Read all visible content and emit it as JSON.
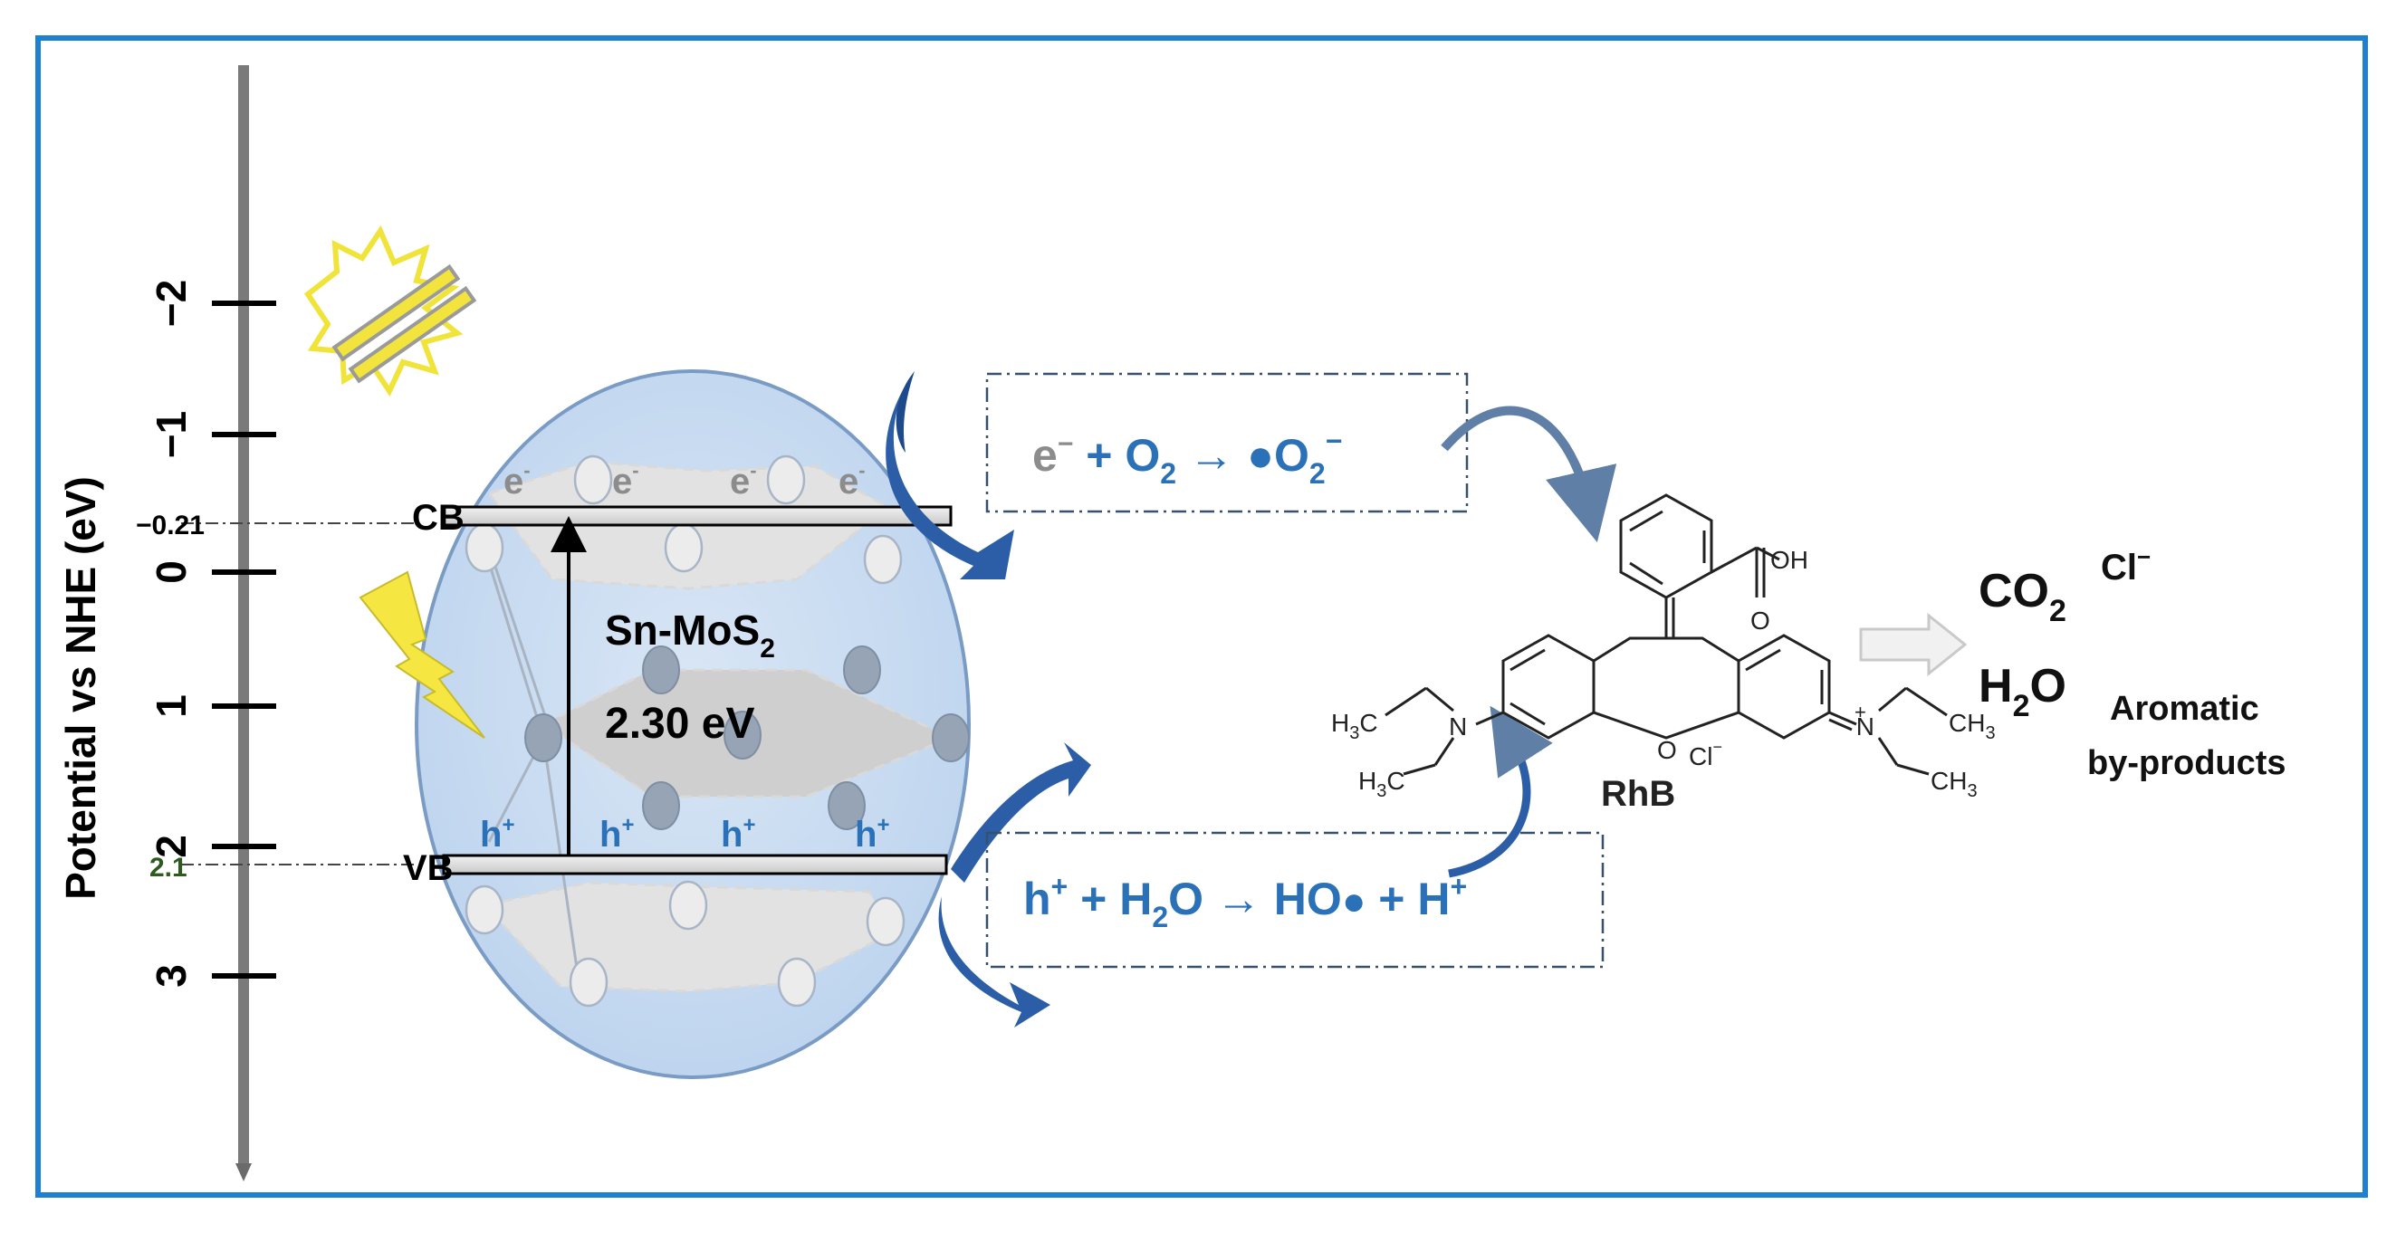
{
  "axis": {
    "label": "Potential vs NHE (eV)",
    "ticks": [
      "−2",
      "−1",
      "0",
      "1",
      "2",
      "3"
    ]
  },
  "levels": {
    "cb_label": "CB",
    "vb_label": "VB",
    "cb_value": "−0.21",
    "vb_value": "2.1"
  },
  "material": {
    "name_main": "Sn-MoS",
    "name_sub": "2",
    "band_gap": "2.30 eV"
  },
  "carriers": {
    "electrons": [
      "e",
      "e",
      "e",
      "e"
    ],
    "electron_sup": "-",
    "holes": [
      "h",
      "h",
      "h",
      "h"
    ],
    "hole_sup": "+"
  },
  "reactions": {
    "superoxide": {
      "e": "e",
      "e_sup": "−",
      "plus_o": " + O",
      "o_sub": "2",
      "arrow": " → ",
      "radical": "●O",
      "rad_sub": "2",
      "rad_sup": "−"
    },
    "hydroxyl": {
      "h": "h",
      "h_sup": "+",
      "plus_h": " + H",
      "h_sub": "2",
      "o_arrow": "O → HO",
      "dot": "●",
      "plus": " + H",
      "plus_sup": "+"
    }
  },
  "molecule": {
    "name": "RhB",
    "oh": "OH",
    "o_carbonyl": "O",
    "o_ring": "O",
    "n_left": "N",
    "n_right": "N",
    "n_plus": "+",
    "h3c_top": "H",
    "h3c_top_sub": "3",
    "h3c_top_c": "C",
    "h3c_bot": "H",
    "h3c_bot_sub": "3",
    "h3c_bot_c": "C",
    "ch3_top": "CH",
    "ch3_top_sub": "3",
    "ch3_bot": "CH",
    "ch3_bot_sub": "3",
    "cl": "Cl",
    "cl_sup": "−"
  },
  "products": {
    "co2": "CO",
    "co2_sub": "2",
    "cl": "Cl",
    "cl_sup": "−",
    "h2o_h": "H",
    "h2o_sub": "2",
    "h2o_o": "O",
    "aromatic": "Aromatic",
    "byproducts": "by-products"
  },
  "colors": {
    "frame": "#1f7fd1",
    "blue_text": "#2a71b8",
    "gray_text": "#8c8c8c",
    "ellipse_fill": "#c9dcf1",
    "ellipse_stroke": "#7a9cc4",
    "curved_arrow": "#2b5ea6",
    "lightning": "#f5e642",
    "vb_value_color": "#2d5a1e"
  }
}
